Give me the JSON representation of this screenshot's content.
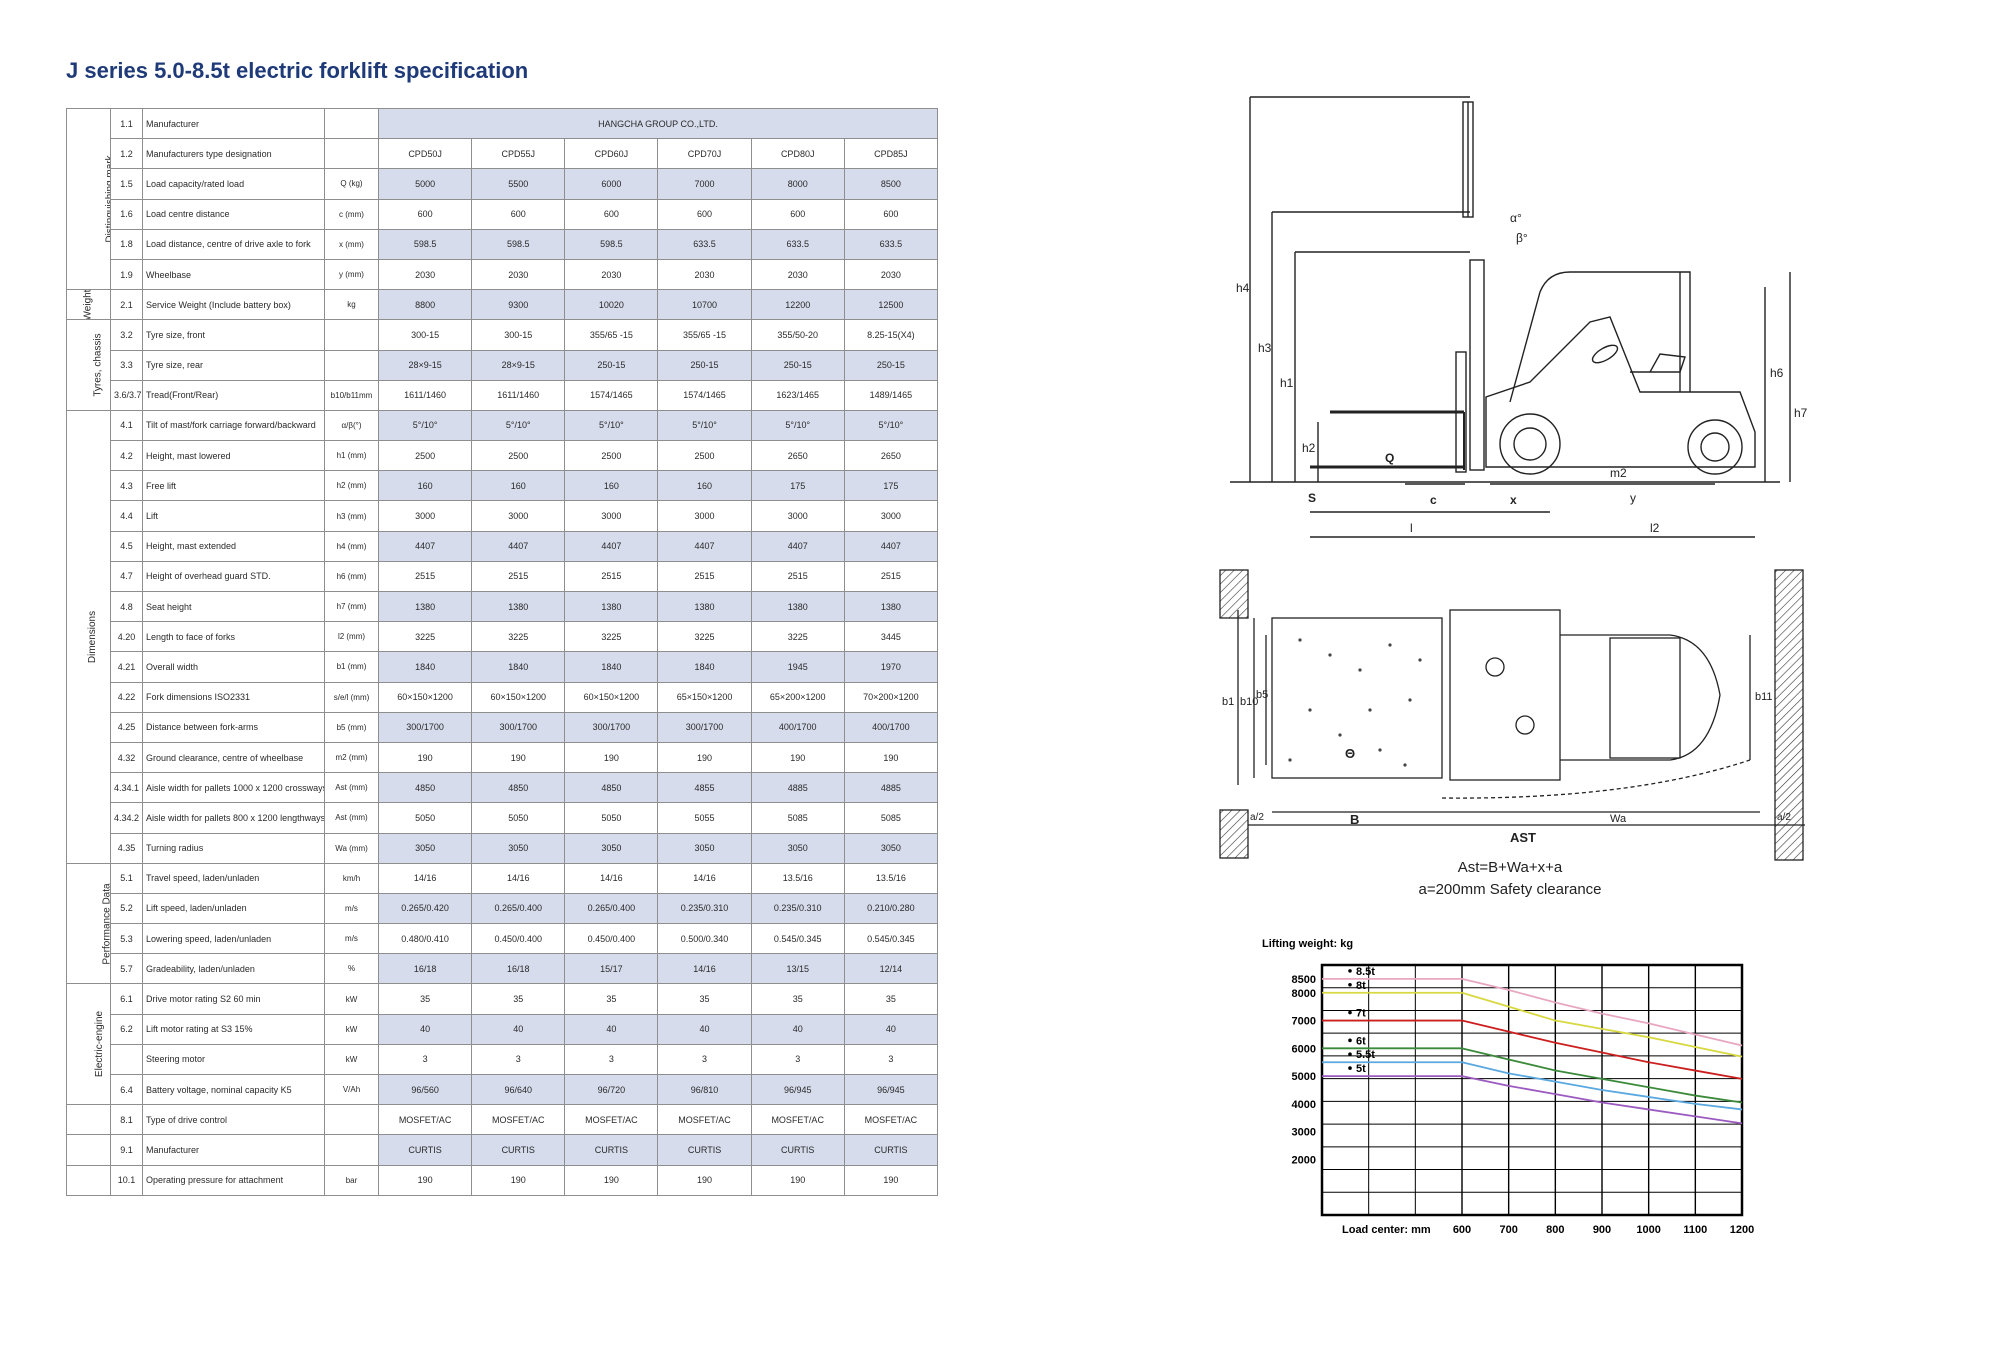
{
  "title": "J series 5.0-8.5t electric forklift specification",
  "manufacturer_value": "HANGCHA GROUP CO.,LTD.",
  "groups": [
    {
      "label": "Distinguishing mark",
      "span": 6
    },
    {
      "label": "Weight",
      "span": 1
    },
    {
      "label": "Tyres, chassis",
      "span": 3
    },
    {
      "label": "Dimensions",
      "span": 15
    },
    {
      "label": "Performance Data",
      "span": 4
    },
    {
      "label": "Electric-engine",
      "span": 4
    },
    {
      "label": "",
      "span": 1
    },
    {
      "label": "",
      "span": 1
    },
    {
      "label": "",
      "span": 1
    }
  ],
  "rows": [
    {
      "num": "1.1",
      "label": "Manufacturer",
      "unit": "",
      "values": []
    },
    {
      "num": "1.2",
      "label": "Manufacturers type designation",
      "unit": "",
      "values": [
        "CPD50J",
        "CPD55J",
        "CPD60J",
        "CPD70J",
        "CPD80J",
        "CPD85J"
      ]
    },
    {
      "num": "1.5",
      "label": "Load capacity/rated load",
      "unit": "Q (kg)",
      "values": [
        "5000",
        "5500",
        "6000",
        "7000",
        "8000",
        "8500"
      ]
    },
    {
      "num": "1.6",
      "label": "Load centre distance",
      "unit": "c (mm)",
      "values": [
        "600",
        "600",
        "600",
        "600",
        "600",
        "600"
      ]
    },
    {
      "num": "1.8",
      "label": "Load distance, centre of drive axle to fork",
      "unit": "x (mm)",
      "values": [
        "598.5",
        "598.5",
        "598.5",
        "633.5",
        "633.5",
        "633.5"
      ]
    },
    {
      "num": "1.9",
      "label": "Wheelbase",
      "unit": "y (mm)",
      "values": [
        "2030",
        "2030",
        "2030",
        "2030",
        "2030",
        "2030"
      ]
    },
    {
      "num": "2.1",
      "label": "Service Weight (Include battery box)",
      "unit": "kg",
      "values": [
        "8800",
        "9300",
        "10020",
        "10700",
        "12200",
        "12500"
      ]
    },
    {
      "num": "3.2",
      "label": "Tyre size, front",
      "unit": "",
      "values": [
        "300-15",
        "300-15",
        "355/65 -15",
        "355/65 -15",
        "355/50-20",
        "8.25-15(X4)"
      ]
    },
    {
      "num": "3.3",
      "label": "Tyre size, rear",
      "unit": "",
      "values": [
        "28×9-15",
        "28×9-15",
        "250-15",
        "250-15",
        "250-15",
        "250-15"
      ]
    },
    {
      "num": "3.6/3.7",
      "label": "Tread(Front/Rear)",
      "unit": "b10/b11mm",
      "values": [
        "1611/1460",
        "1611/1460",
        "1574/1465",
        "1574/1465",
        "1623/1465",
        "1489/1465"
      ]
    },
    {
      "num": "4.1",
      "label": "Tilt of mast/fork carriage forward/backward",
      "unit": "α/β(°)",
      "values": [
        "5°/10°",
        "5°/10°",
        "5°/10°",
        "5°/10°",
        "5°/10°",
        "5°/10°"
      ]
    },
    {
      "num": "4.2",
      "label": "Height, mast lowered",
      "unit": "h1 (mm)",
      "values": [
        "2500",
        "2500",
        "2500",
        "2500",
        "2650",
        "2650"
      ]
    },
    {
      "num": "4.3",
      "label": "Free lift",
      "unit": "h2 (mm)",
      "values": [
        "160",
        "160",
        "160",
        "160",
        "175",
        "175"
      ]
    },
    {
      "num": "4.4",
      "label": "Lift",
      "unit": "h3 (mm)",
      "values": [
        "3000",
        "3000",
        "3000",
        "3000",
        "3000",
        "3000"
      ]
    },
    {
      "num": "4.5",
      "label": "Height, mast extended",
      "unit": "h4 (mm)",
      "values": [
        "4407",
        "4407",
        "4407",
        "4407",
        "4407",
        "4407"
      ]
    },
    {
      "num": "4.7",
      "label": "Height of overhead guard STD.",
      "unit": "h6 (mm)",
      "values": [
        "2515",
        "2515",
        "2515",
        "2515",
        "2515",
        "2515"
      ]
    },
    {
      "num": "4.8",
      "label": "Seat height",
      "unit": "h7 (mm)",
      "values": [
        "1380",
        "1380",
        "1380",
        "1380",
        "1380",
        "1380"
      ]
    },
    {
      "num": "4.20",
      "label": "Length to face of forks",
      "unit": "l2 (mm)",
      "values": [
        "3225",
        "3225",
        "3225",
        "3225",
        "3225",
        "3445"
      ]
    },
    {
      "num": "4.21",
      "label": "Overall width",
      "unit": "b1 (mm)",
      "values": [
        "1840",
        "1840",
        "1840",
        "1840",
        "1945",
        "1970"
      ]
    },
    {
      "num": "4.22",
      "label": "Fork dimensions ISO2331",
      "unit": "s/e/l (mm)",
      "values": [
        "60×150×1200",
        "60×150×1200",
        "60×150×1200",
        "65×150×1200",
        "65×200×1200",
        "70×200×1200"
      ]
    },
    {
      "num": "4.25",
      "label": "Distance between fork-arms",
      "unit": "b5 (mm)",
      "values": [
        "300/1700",
        "300/1700",
        "300/1700",
        "300/1700",
        "400/1700",
        "400/1700"
      ]
    },
    {
      "num": "4.32",
      "label": "Ground clearance, centre of wheelbase",
      "unit": "m2 (mm)",
      "values": [
        "190",
        "190",
        "190",
        "190",
        "190",
        "190"
      ]
    },
    {
      "num": "4.34.1",
      "label": "Aisle width for pallets 1000 x 1200 crossways",
      "unit": "Ast (mm)",
      "values": [
        "4850",
        "4850",
        "4850",
        "4855",
        "4885",
        "4885"
      ]
    },
    {
      "num": "4.34.2",
      "label": "Aisle width for pallets 800 x 1200 lengthways",
      "unit": "Ast (mm)",
      "values": [
        "5050",
        "5050",
        "5050",
        "5055",
        "5085",
        "5085"
      ]
    },
    {
      "num": "4.35",
      "label": "Turning radius",
      "unit": "Wa (mm)",
      "values": [
        "3050",
        "3050",
        "3050",
        "3050",
        "3050",
        "3050"
      ]
    },
    {
      "num": "5.1",
      "label": "Travel speed, laden/unladen",
      "unit": "km/h",
      "values": [
        "14/16",
        "14/16",
        "14/16",
        "14/16",
        "13.5/16",
        "13.5/16"
      ]
    },
    {
      "num": "5.2",
      "label": "Lift speed, laden/unladen",
      "unit": "m/s",
      "values": [
        "0.265/0.420",
        "0.265/0.400",
        "0.265/0.400",
        "0.235/0.310",
        "0.235/0.310",
        "0.210/0.280"
      ]
    },
    {
      "num": "5.3",
      "label": "Lowering speed, laden/unladen",
      "unit": "m/s",
      "values": [
        "0.480/0.410",
        "0.450/0.400",
        "0.450/0.400",
        "0.500/0.340",
        "0.545/0.345",
        "0.545/0.345"
      ]
    },
    {
      "num": "5.7",
      "label": "Gradeability, laden/unladen",
      "unit": "%",
      "values": [
        "16/18",
        "16/18",
        "15/17",
        "14/16",
        "13/15",
        "12/14"
      ]
    },
    {
      "num": "6.1",
      "label": "Drive motor rating S2 60 min",
      "unit": "kW",
      "values": [
        "35",
        "35",
        "35",
        "35",
        "35",
        "35"
      ]
    },
    {
      "num": "6.2",
      "label": "Lift motor rating at S3 15%",
      "unit": "kW",
      "values": [
        "40",
        "40",
        "40",
        "40",
        "40",
        "40"
      ]
    },
    {
      "num": "",
      "label": "Steering motor",
      "unit": "kW",
      "values": [
        "3",
        "3",
        "3",
        "3",
        "3",
        "3"
      ]
    },
    {
      "num": "6.4",
      "label": "Battery voltage, nominal capacity K5",
      "unit": "V/Ah",
      "values": [
        "96/560",
        "96/640",
        "96/720",
        "96/810",
        "96/945",
        "96/945"
      ]
    },
    {
      "num": "8.1",
      "label": "Type of drive control",
      "unit": "",
      "values": [
        "MOSFET/AC",
        "MOSFET/AC",
        "MOSFET/AC",
        "MOSFET/AC",
        "MOSFET/AC",
        "MOSFET/AC"
      ]
    },
    {
      "num": "9.1",
      "label": "Manufacturer",
      "unit": "",
      "values": [
        "CURTIS",
        "CURTIS",
        "CURTIS",
        "CURTIS",
        "CURTIS",
        "CURTIS"
      ]
    },
    {
      "num": "10.1",
      "label": "Operating pressure for attachment",
      "unit": "bar",
      "values": [
        "190",
        "190",
        "190",
        "190",
        "190",
        "190"
      ]
    }
  ],
  "side_view_labels": {
    "h4": "h4",
    "h3": "h3",
    "h1": "h1",
    "h2": "h2",
    "h6": "h6",
    "h7": "h7",
    "m2": "m2",
    "q": "Q",
    "s": "S",
    "c": "c",
    "x": "x",
    "y": "y",
    "l": "l",
    "l2": "l2",
    "alpha": "α°",
    "beta": "β°"
  },
  "top_view_labels": {
    "b1": "b1",
    "b10": "b10",
    "b5": "b5",
    "b11": "b11",
    "a_left": "a/2",
    "a_right": "a/2",
    "theta": "Θ",
    "b": "B",
    "wa": "Wa",
    "ast": "AST",
    "formula": "Ast=B+Wa+x+a",
    "clearance": "a=200mm Safety clearance"
  },
  "chart_data": {
    "type": "line",
    "ylabel": "Lifting weight:  kg",
    "xlabel": "Load center:  mm",
    "x": [
      600,
      700,
      800,
      900,
      1000,
      1100,
      1200
    ],
    "x_ticks": [
      "600",
      "700",
      "800",
      "900",
      "1000",
      "1100",
      "1200"
    ],
    "y_ticks": [
      2000,
      3000,
      4000,
      5000,
      6000,
      7000,
      8000,
      8500
    ],
    "y_tick_labels": [
      "2000",
      "3000",
      "4000",
      "5000",
      "6000",
      "7000",
      "8000",
      "8500"
    ],
    "ylim": [
      0,
      9000
    ],
    "grid": true,
    "legend_position": "left",
    "series": [
      {
        "name": "8.5t",
        "color": "#e8a7c0",
        "values": [
          8500,
          8100,
          7650,
          7250,
          6900,
          6500,
          6100
        ]
      },
      {
        "name": "8t",
        "color": "#d8d840",
        "values": [
          8000,
          7500,
          7000,
          6700,
          6400,
          6050,
          5700
        ]
      },
      {
        "name": "7t",
        "color": "#cc1f1f",
        "values": [
          7000,
          6600,
          6200,
          5850,
          5500,
          5200,
          4900
        ]
      },
      {
        "name": "6t",
        "color": "#3b8a3b",
        "values": [
          6000,
          5600,
          5200,
          4900,
          4600,
          4300,
          4050
        ]
      },
      {
        "name": "5.5t",
        "color": "#5aa8e0",
        "values": [
          5500,
          5100,
          4800,
          4500,
          4250,
          4000,
          3800
        ]
      },
      {
        "name": "5t",
        "color": "#9b5ac0",
        "values": [
          5000,
          4650,
          4350,
          4050,
          3800,
          3550,
          3300
        ]
      }
    ]
  }
}
